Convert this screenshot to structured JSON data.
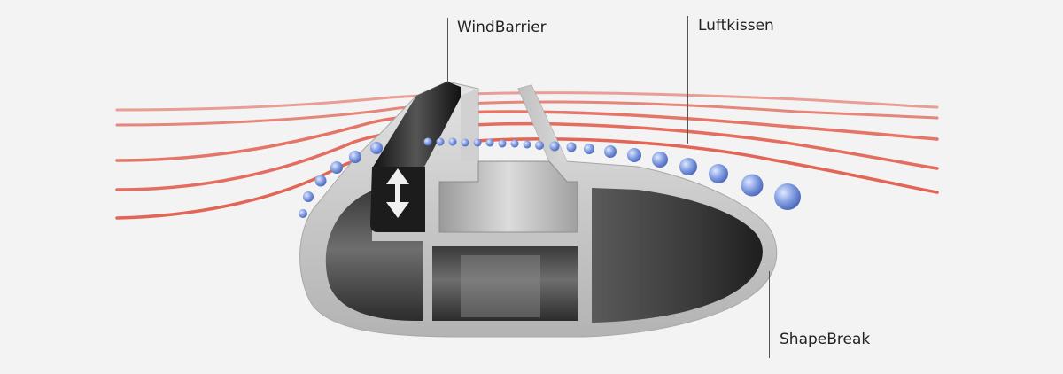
{
  "labels": {
    "wind_barrier": "WindBarrier",
    "air_cushion": "Luftkissen",
    "shape_break": "ShapeBreak"
  },
  "colors": {
    "background": "#f3f3f3",
    "airflow": "#e05545",
    "bubble": "#6f8fd8",
    "profile": "#c8c8c8",
    "seal": "#1e1e1e",
    "leader": "#555555"
  },
  "icons": {
    "arrow": "double-vertical-arrow-icon"
  }
}
